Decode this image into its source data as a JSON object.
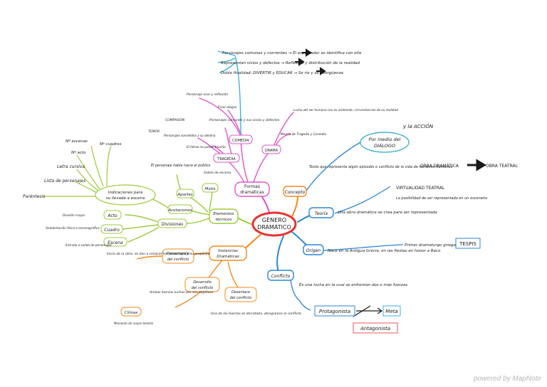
{
  "center": "GÉNERO DRAMÁTICO",
  "nodes": {
    "formas": "Formas dramáticas",
    "comedia": "COMEDIA",
    "drama": "DRAMA",
    "tragedia": "TRAGEDIA",
    "concepto": "Concepto",
    "teoria": "Teoría",
    "origen": "Origen",
    "conflicto": "Conflicto",
    "elementos": "Elementos técnicos",
    "instancias": "Instancias Dramáticas",
    "presentacion": "Presentación del conflicto",
    "desarrollo": "Desarrollo del conflicto",
    "desenlace": "Desenlace del conflicto",
    "climax": "Clímax",
    "apartes": "Apartes",
    "acotaciones": "Acotaciones",
    "divisiones": "Divisiones",
    "mutis": "Mutis",
    "indicaciones": "Indicaciones para su llevada a escena",
    "acto": "Acto",
    "cuadro": "Cuadro",
    "escena": "Escena"
  },
  "texts": {
    "top1": "Personajes comunes y corrientes → El espectador se identifica con ella",
    "top2": "Representan vicios y defectos → Reflexión y distribución de la realidad",
    "top3": "Doble finalidad: DIVERTIR y EDUCAR → Se ríe y se avergüenza",
    "ycomedia1": "Final alegre",
    "ycomedia2": "Personajes comunes y sus vicios y defectos",
    "trag1": "Personaje vive y reflexión",
    "trag2": "COMPASIÓN",
    "trag3": "TEMOR",
    "trag4": "Personajes sometidos a su destino",
    "trag5": "El héroe no puede triunfar",
    "drama1": "Lucha del ser humano con su ambiente, circunstancias de su realidad",
    "drama2": "Mezcla de Tragedia y Comedia",
    "dialogo": "Por medio del DIÁLOGO",
    "accion": "y la ACCIÓN",
    "obra1": "OBRA DRAMÁTICA",
    "obra2": "OBRA TEATRAL",
    "concepto_txt": "Texto que representa algún episodio o conflicto de la vida de los seres humanos",
    "virtualidad": "VIRTUALIDAD TEATRAL",
    "virtualidad2": "La posibilidad de ser representado en un escenario",
    "teoria_txt": "Una obra dramática se crea para ser representada",
    "origen_txt": "Nace en la Antigua Grecia, en las fiestas en honor a Baco",
    "tespis_txt": "Primer dramaturgo griego",
    "tespis": "TESPIS",
    "conflicto_txt": "Es una lucha en la cual se enfrentan dos o más fuerzas",
    "protagonista": "Protagonista",
    "meta": "Meta",
    "antagonista": "Antagonista",
    "personaje_habla": "El personaje habla hacia el público",
    "salida": "Salida de escena",
    "n_escenas": "Nº escenas",
    "n_cuadros": "Nº cuadros",
    "n_actos": "Nº acto",
    "letra_cursiva": "Letra cursiva",
    "lista_personajes": "Lista de personajes",
    "parentesis": "Paréntesis",
    "acto_txt": "División mayor",
    "cuadro_txt": "Ambientación física o escenográfica",
    "escena_txt": "Entrada o salida de personajes",
    "presentacion_txt": "Inicio de la obra, se dan a conocer los personajes y su propósito",
    "desarrollo_txt": "Ambas fuerzas luchan por sus objetivos",
    "climax_txt": "Momento de mayor tensión",
    "desenlace_txt": "Una de las fuerzas es derrotada, desaparece el conflicto"
  },
  "colors": {
    "center": "#e8322f",
    "formas": "#e055c8",
    "blue": "#2a86d6",
    "orange": "#ef8a1c",
    "green": "#9ccb3b",
    "teal": "#27a9c9",
    "meta": "#3fb0e0",
    "antagonista": "#e85560"
  },
  "watermark": "powered by MapNote"
}
